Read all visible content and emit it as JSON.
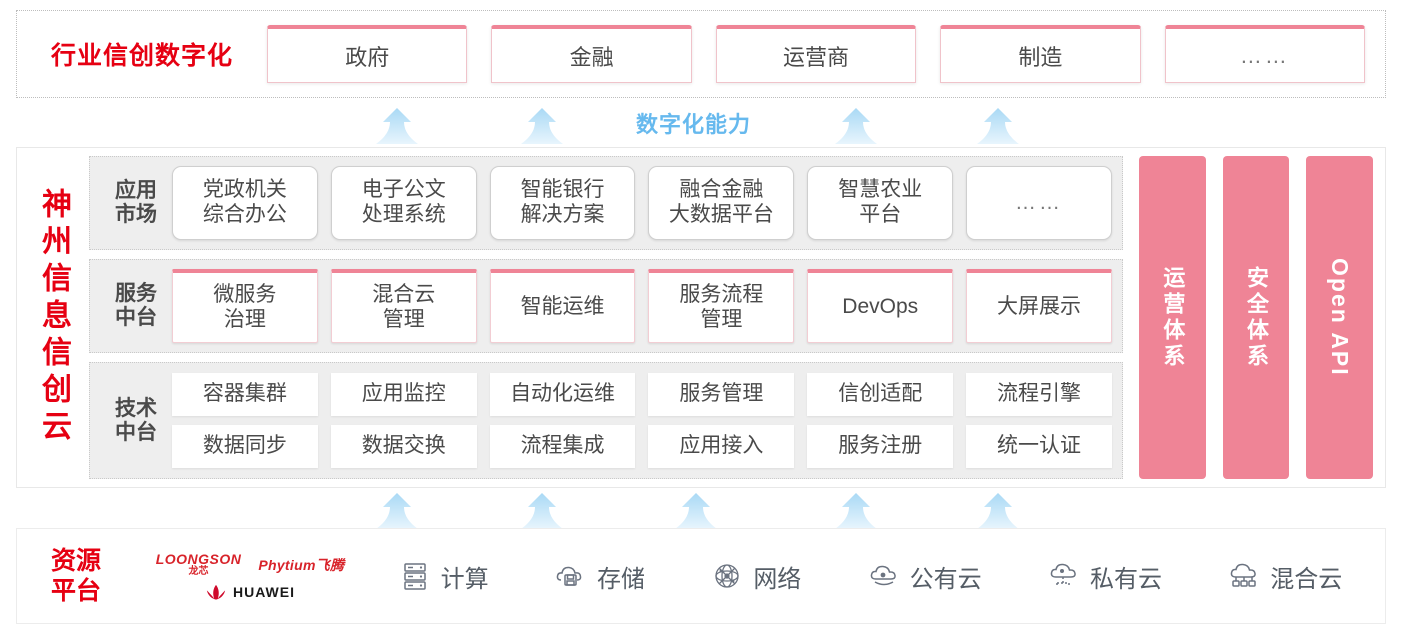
{
  "industry": {
    "title": "行业信创数字化",
    "boxes": [
      {
        "label": "政府",
        "name": "industry-box-government"
      },
      {
        "label": "金融",
        "name": "industry-box-finance"
      },
      {
        "label": "运营商",
        "name": "industry-box-carrier"
      },
      {
        "label": "制造",
        "name": "industry-box-manufacturing"
      },
      {
        "label": "……",
        "name": "industry-box-more"
      }
    ]
  },
  "capability": {
    "label": "数字化能力",
    "color": "#66b9ee",
    "upper_arrow_count": 4,
    "lower_arrow_count": 5
  },
  "cloud": {
    "title": "神州信息信创云",
    "app_row": {
      "label_line1": "应用",
      "label_line2": "市场",
      "items": [
        {
          "line1": "党政机关",
          "line2": "综合办公"
        },
        {
          "line1": "电子公文",
          "line2": "处理系统"
        },
        {
          "line1": "智能银行",
          "line2": "解决方案"
        },
        {
          "line1": "融合金融",
          "line2": "大数据平台"
        },
        {
          "line1": "智慧农业",
          "line2": "平台"
        },
        {
          "line1": "……",
          "line2": ""
        }
      ]
    },
    "service_row": {
      "label_line1": "服务",
      "label_line2": "中台",
      "items": [
        {
          "line1": "微服务",
          "line2": "治理"
        },
        {
          "line1": "混合云",
          "line2": "管理"
        },
        {
          "line1": "智能运维",
          "line2": ""
        },
        {
          "line1": "服务流程",
          "line2": "管理"
        },
        {
          "line1": "DevOps",
          "line2": ""
        },
        {
          "line1": "大屏展示",
          "line2": ""
        }
      ]
    },
    "tech_row": {
      "label_line1": "技术",
      "label_line2": "中台",
      "row1": [
        "容器集群",
        "应用监控",
        "自动化运维",
        "服务管理",
        "信创适配",
        "流程引擎"
      ],
      "row2": [
        "数据同步",
        "数据交换",
        "流程集成",
        "应用接入",
        "服务注册",
        "统一认证"
      ]
    },
    "side_panels": [
      {
        "label": "运营体系",
        "name": "side-panel-operations",
        "latin": false
      },
      {
        "label": "安全体系",
        "name": "side-panel-security",
        "latin": false
      },
      {
        "label": "Open API",
        "name": "side-panel-open-api",
        "latin": true
      }
    ],
    "panel_color": "#ef8496"
  },
  "resource": {
    "title_line1": "资源",
    "title_line2": "平台",
    "logos": [
      {
        "en": "LOONGSON",
        "cn": "龙芯"
      },
      {
        "en": "Phytium飞腾"
      },
      {
        "en": "HUAWEI"
      }
    ],
    "items": [
      {
        "label": "计算",
        "icon": "server-icon"
      },
      {
        "label": "存储",
        "icon": "cloud-storage-icon"
      },
      {
        "label": "网络",
        "icon": "network-mesh-icon"
      },
      {
        "label": "公有云",
        "icon": "public-cloud-icon"
      },
      {
        "label": "私有云",
        "icon": "private-cloud-icon"
      },
      {
        "label": "混合云",
        "icon": "hybrid-cloud-icon"
      }
    ]
  },
  "colors": {
    "brand_red": "#e60012",
    "pink": "#ef8496",
    "arrow_blue": "#bfe2f7",
    "text_gray": "#4a4a4a"
  }
}
